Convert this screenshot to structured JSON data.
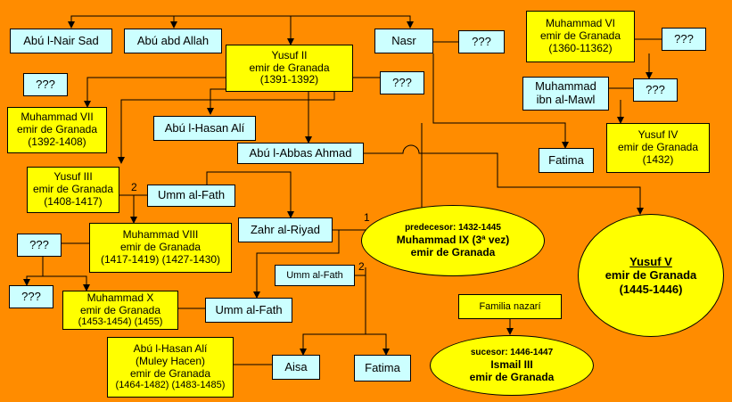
{
  "nodes": {
    "abu_nair_sad": "Abú l-Nair Sad",
    "abu_abd_allah": "Abú abd Allah",
    "nasr": "Nasr",
    "unknown_nasr": "???",
    "yusuf2": {
      "name": "Yusuf II",
      "title": "emir de Granada",
      "years": "(1391-1392)"
    },
    "unknown_left_1": "???",
    "unknown_right_1": "???",
    "muhammad6": {
      "name": "Muhammad VI",
      "title": "emir de Granada",
      "years": "(1360-11362)"
    },
    "unknown_m6": "???",
    "muhammad_ibn": {
      "name": "Muhammad",
      "name2": "ibn al-Mawl"
    },
    "unknown_ibn": "???",
    "muhammad7": {
      "name": "Muhammad VII",
      "title": "emir de Granada",
      "years": "(1392-1408)"
    },
    "abu_hasan_ali": "Abú l-Hasan Alí",
    "abu_abbas": "Abú l-Abbas Ahmad",
    "fatima_top": "Fatima",
    "yusuf4": {
      "name": "Yusuf IV",
      "title": "emir de Granada",
      "years": "(1432)"
    },
    "yusuf3": {
      "name": "Yusuf III",
      "title": "emir de Granada",
      "years": "(1408-1417)"
    },
    "umm_fath_1": "Umm al-Fath",
    "zahr": "Zahr al-Riyad",
    "muhammad9": {
      "pre": "predecesor: 1432-1445",
      "name": "Muhammad IX (3ª vez)",
      "title": "emir de Granada"
    },
    "yusuf5": {
      "name": "Yusuf V",
      "title": "emir de Granada",
      "years": "(1445-1446)"
    },
    "unknown_left_2": "???",
    "muhammad8": {
      "name": "Muhammad VIII",
      "title": "emir de Granada",
      "years": "(1417-1419) (1427-1430)"
    },
    "umm_fath_2": "Umm al-Fath",
    "unknown_left_3": "???",
    "muhammad10": {
      "name": "Muhammad X",
      "title": "emir de Granada",
      "years": "(1453-1454) (1455)"
    },
    "umm_fath_3": "Umm al-Fath",
    "familia": "Familia nazarí",
    "abu_hasan_muley": {
      "name": "Abú l-Hasan Alí",
      "alias": "(Muley Hacen)",
      "title": "emir de Granada",
      "years": "(1464-1482) (1483-1485)"
    },
    "aisa": "Aisa",
    "fatima_bottom": "Fatima",
    "ismail3": {
      "suc": "sucesor: 1446-1447",
      "name": "Ismail III",
      "title": "emir de Granada"
    }
  },
  "markers": {
    "m1": "1",
    "m2a": "2",
    "m2b": "2"
  },
  "colors": {
    "background": "#FF8C00",
    "cyan": "#CCFFFF",
    "yellow": "#FFFF00"
  }
}
